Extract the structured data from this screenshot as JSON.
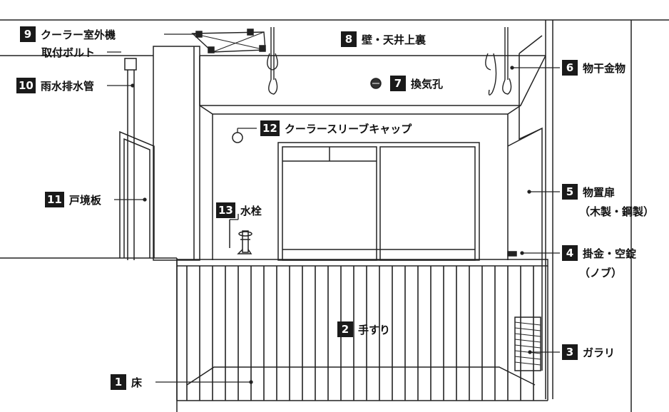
{
  "labels": [
    {
      "num": "1",
      "text": "床"
    },
    {
      "num": "2",
      "text": "手すり"
    },
    {
      "num": "3",
      "text": "ガラリ"
    },
    {
      "num": "4",
      "text": "掛金・空錠",
      "sub": "（ノブ）"
    },
    {
      "num": "5",
      "text": "物置扉",
      "sub": "（木製・鋼製）"
    },
    {
      "num": "6",
      "text": "物干金物"
    },
    {
      "num": "7",
      "text": "換気孔"
    },
    {
      "num": "8",
      "text": "壁・天井上裏"
    },
    {
      "num": "9",
      "text": "クーラー室外機",
      "sub": "取付ボルト"
    },
    {
      "num": "10",
      "text": "雨水排水管"
    },
    {
      "num": "11",
      "text": "戸境板"
    },
    {
      "num": "12",
      "text": "クーラースリーブキャップ"
    },
    {
      "num": "13",
      "text": "水栓"
    }
  ],
  "colors": {
    "line": "#222222",
    "badge": "#1a1a1a",
    "background": "#ffffff"
  }
}
